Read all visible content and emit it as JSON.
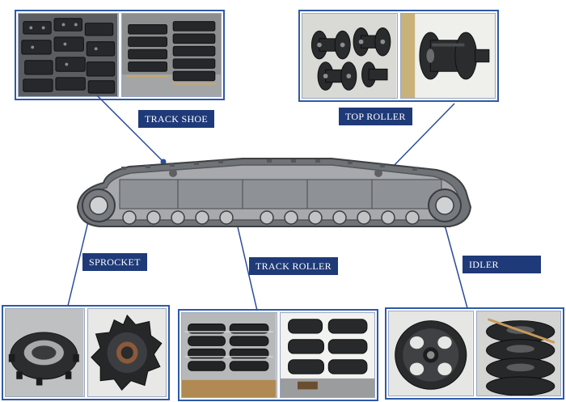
{
  "labels": {
    "track_shoe": "TRACK SHOE",
    "top_roller": "TOP ROLLER",
    "sprocket": "SPROCKET",
    "track_roller": "TRACK ROLLER",
    "idler": "IDLER"
  },
  "colors": {
    "label_bg": "#1f3a78",
    "label_text": "#ffffff",
    "frame_border": "#2e5aa8",
    "connector": "#2b4c9c",
    "track_body": "#7d8084"
  }
}
